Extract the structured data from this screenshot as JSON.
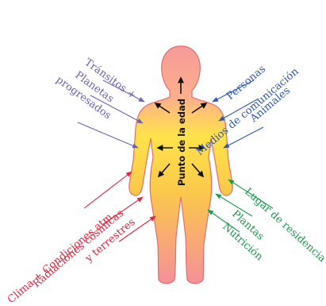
{
  "colors": {
    "purple": "#6a63b2",
    "blue": "#2f57b4",
    "red": "#e0243c",
    "green": "#1c9a4c",
    "body_top": "#f7a0a0",
    "body_mid": "#ffe14d",
    "body_low": "#f9b24d",
    "arrow_dark": "#111111"
  },
  "center_label": "Punto de la edad",
  "groups": {
    "top_left": [
      "Tránsitos +",
      "Planetas",
      "progresados"
    ],
    "top_right": [
      "Personas",
      "Medios de comunicación",
      "Animales"
    ],
    "bottom_left": [
      "Clima + Condiciones atm.",
      "Radiaciones cósmicas",
      "y terrestres"
    ],
    "bottom_right": [
      "Lugar de residencia",
      "Plantas",
      "Nutrición"
    ]
  }
}
